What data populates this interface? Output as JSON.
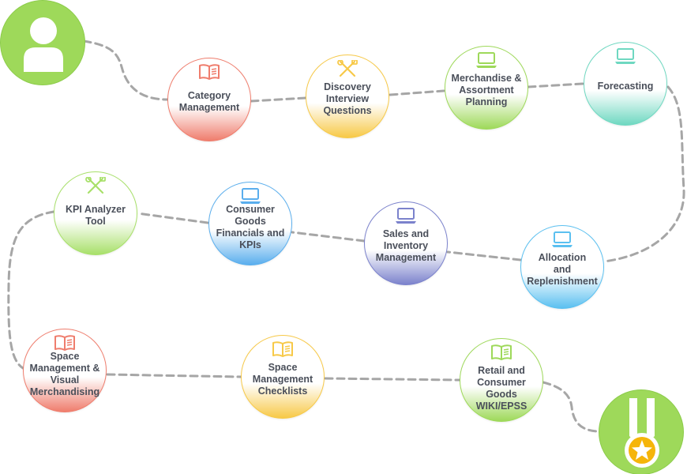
{
  "steps": [
    {
      "label": "Category\nManagement",
      "icon": "book-icon",
      "color": "#ef7d6d"
    },
    {
      "label": "Discovery\nInterview\nQuestions",
      "icon": "tools-icon",
      "color": "#f7c948"
    },
    {
      "label": "Merchandise &\nAssortment\nPlanning",
      "icon": "laptop-icon",
      "color": "#9ed95a"
    },
    {
      "label": "Forecasting",
      "icon": "laptop-icon",
      "color": "#6fd8c1"
    },
    {
      "label": "Allocation\nand\nReplenishment",
      "icon": "laptop-icon",
      "color": "#5bc0f0"
    },
    {
      "label": "Sales and\nInventory\nManagement",
      "icon": "laptop-icon",
      "color": "#7b82cc"
    },
    {
      "label": "Consumer\nGoods\nFinancials and\nKPIs",
      "icon": "laptop-icon",
      "color": "#5aaeed"
    },
    {
      "label": "KPI Analyzer\nTool",
      "icon": "tools-icon",
      "color": "#a8e06a"
    },
    {
      "label": "Space\nManagement &\nVisual\nMerchandising",
      "icon": "book-icon",
      "color": "#ef7d6d"
    },
    {
      "label": "Space\nManagement\nChecklists",
      "icon": "book-icon",
      "color": "#f7c948"
    },
    {
      "label": "Retail and\nConsumer Goods\nWIKI/EPSS",
      "icon": "book-icon",
      "color": "#9ed95a"
    }
  ],
  "start": {
    "icon": "user-icon",
    "color": "#9ed95a"
  },
  "end": {
    "icon": "medal-star-icon",
    "color": "#9ed95a",
    "star_color": "#f5b50a"
  },
  "line_color": "#a6a6a6"
}
